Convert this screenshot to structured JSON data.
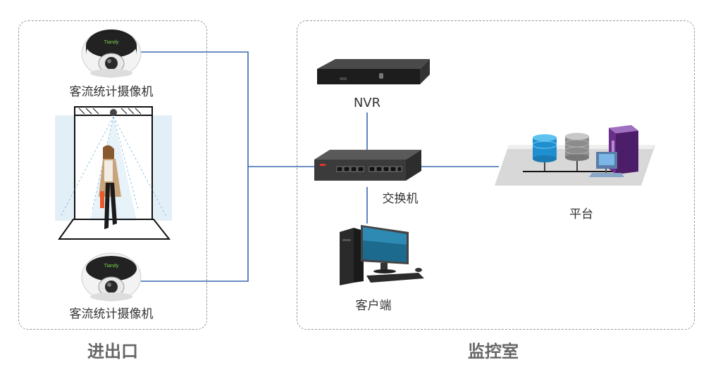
{
  "zones": {
    "entrance_title": "进出口",
    "monitor_title": "监控室"
  },
  "devices": {
    "camera_top_label": "客流统计摄像机",
    "camera_bottom_label": "客流统计摄像机",
    "camera_brand": "Tiandy",
    "nvr_label": "NVR",
    "switch_label": "交换机",
    "platform_label": "平台",
    "client_label": "客户端"
  },
  "colors": {
    "link": "#3a66b0",
    "zone_border": "#9a9a9a",
    "zone_title": "#666666"
  }
}
